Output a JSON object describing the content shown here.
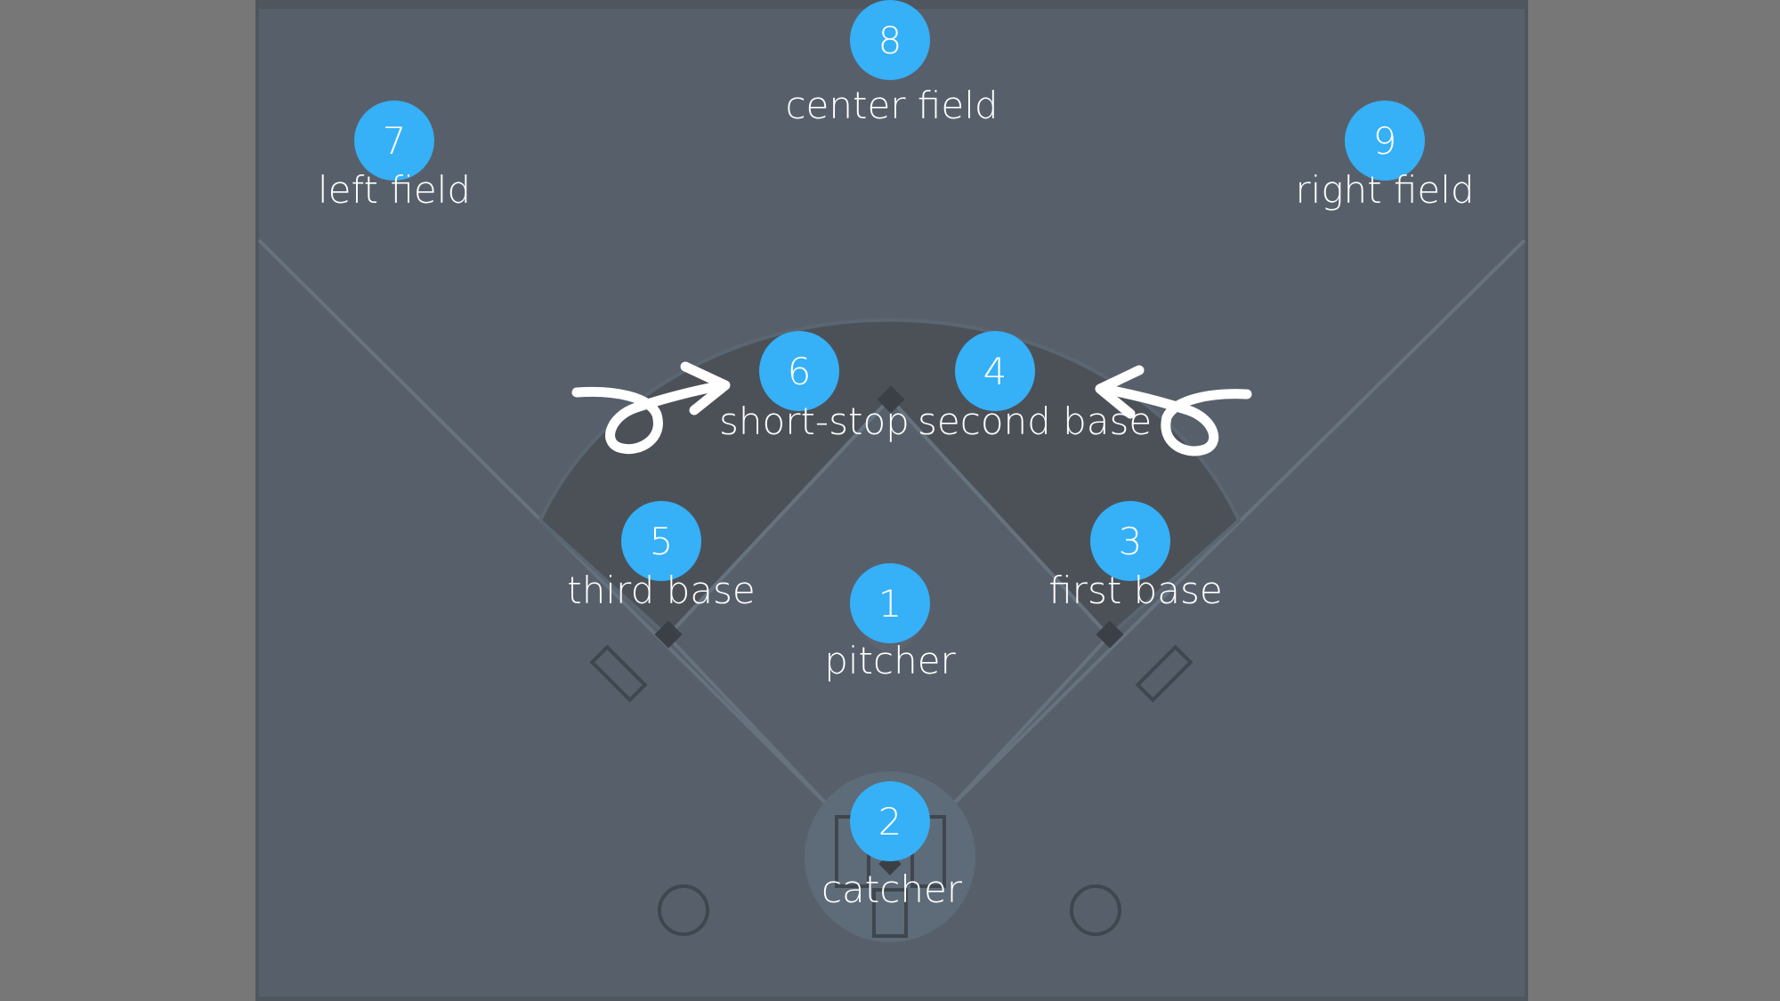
{
  "theme": {
    "outer_bg": "#777777",
    "field_bg": "#57606a",
    "infield_dirt": "#4c5158",
    "line_color": "#66737f",
    "dark_base": "#3b4047",
    "badge_color": "#36b0f7",
    "text_color": "#ffffff"
  },
  "positions": [
    {
      "id": "pitcher",
      "number": "1",
      "label": "pitcher"
    },
    {
      "id": "catcher",
      "number": "2",
      "label": "catcher"
    },
    {
      "id": "first-base",
      "number": "3",
      "label": "first base"
    },
    {
      "id": "second-base",
      "number": "4",
      "label": "second base"
    },
    {
      "id": "third-base",
      "number": "5",
      "label": "third base"
    },
    {
      "id": "short-stop",
      "number": "6",
      "label": "short-stop"
    },
    {
      "id": "left-field",
      "number": "7",
      "label": "left field"
    },
    {
      "id": "center-field",
      "number": "8",
      "label": "center field"
    },
    {
      "id": "right-field",
      "number": "9",
      "label": "right field"
    }
  ],
  "annotations": [
    {
      "id": "loop-arrow-left",
      "icon": "loop-arrow-right-icon",
      "points_toward": "short-stop"
    },
    {
      "id": "loop-arrow-right",
      "icon": "loop-arrow-left-icon",
      "points_toward": "second-base"
    }
  ]
}
